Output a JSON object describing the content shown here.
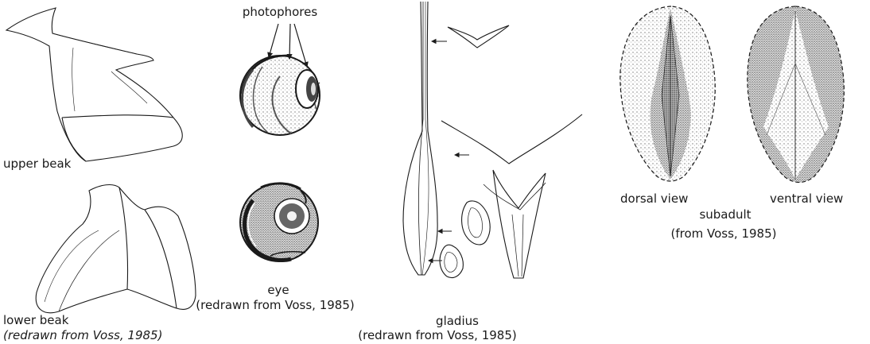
{
  "colors": {
    "ink": "#1a1a1a",
    "stipple": "#9a9a9a",
    "dark_fill": "#555555",
    "background": "#ffffff"
  },
  "labels": {
    "upper_beak": "upper beak",
    "lower_beak": "lower beak",
    "beak_credit": "(redrawn from Voss, 1985)",
    "photophores": "photophores",
    "eye": "eye",
    "eye_credit": "(redrawn from Voss, 1985)",
    "gladius": "gladius",
    "gladius_credit": "(redrawn from Voss, 1985)",
    "dorsal_view": "dorsal view",
    "ventral_view": "ventral view",
    "subadult": "subadult",
    "subadult_credit": "(from Voss, 1985)"
  }
}
